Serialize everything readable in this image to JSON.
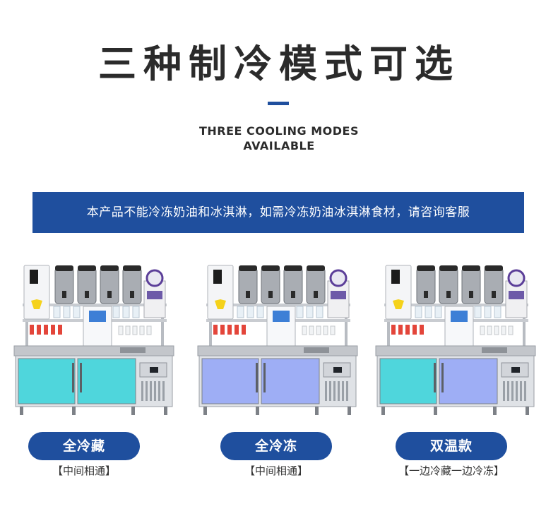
{
  "header": {
    "title": "三种制冷模式可选",
    "subtitle_line1": "THREE COOLING MODES",
    "subtitle_line2": "AVAILABLE"
  },
  "notice": {
    "text": "本产品不能冷冻奶油和冰淇淋，如需冷冻奶油冰淇淋食材，请咨询客服"
  },
  "colors": {
    "accent": "#1f4f9e",
    "door_refrigerate": "#4fd6dc",
    "door_freeze": "#9eaef5"
  },
  "modes": [
    {
      "label": "全冷藏",
      "note": "【中间相通】",
      "doors": [
        "refrigerate",
        "refrigerate"
      ]
    },
    {
      "label": "全冷冻",
      "note": "【中间相通】",
      "doors": [
        "freeze",
        "freeze"
      ]
    },
    {
      "label": "双温款",
      "note": "【一边冷藏一边冷冻】",
      "doors": [
        "refrigerate",
        "freeze"
      ]
    }
  ]
}
